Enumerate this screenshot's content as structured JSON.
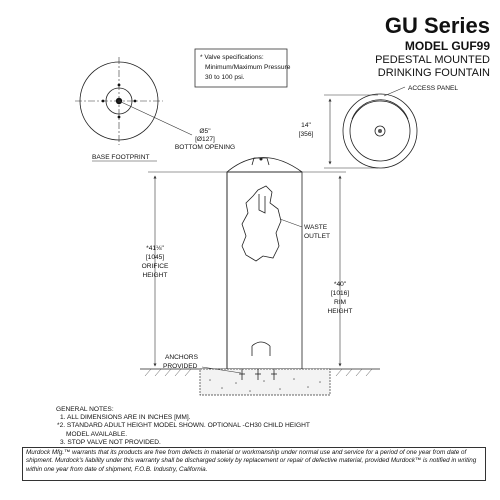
{
  "header": {
    "series": "GU Series",
    "model": "MODEL GUF99",
    "line1": "PEDESTAL MOUNTED",
    "line2": "DRINKING FOUNTAIN"
  },
  "valve_note": {
    "line1": "* Valve specifications:",
    "line2": "Minimum/Maximum Pressure",
    "line3": "30 to 100 psi."
  },
  "labels": {
    "access_panel": "ACCESS PANEL",
    "base_footprint": "BASE FOOTPRINT",
    "bottom_diameter": "Ø5\"",
    "bottom_diameter_mm": "[Ø127]",
    "bottom_opening": "BOTTOM OPENING",
    "bowl_height": "14\"",
    "bowl_height_mm": "[356]",
    "waste_line1": "WASTE",
    "waste_line2": "OUTLET",
    "orifice_dim": "*41⅛\"",
    "orifice_mm": "[1045]",
    "orifice_line1": "ORIFICE",
    "orifice_line2": "HEIGHT",
    "rim_dim": "*40\"",
    "rim_mm": "[1016]",
    "rim_line1": "RIM",
    "rim_line2": "HEIGHT",
    "anchors_line1": "ANCHORS",
    "anchors_line2": "PROVIDED"
  },
  "notes": {
    "title": "GENERAL NOTES:",
    "n1": "1. ALL DIMENSIONS ARE IN INCHES [MM].",
    "n2": "*2. STANDARD ADULT HEIGHT MODEL SHOWN. OPTIONAL -CH30  CHILD HEIGHT",
    "n2b": "MODEL AVAILABLE.",
    "n3": "3. STOP VALVE NOT PROVIDED."
  },
  "warranty": {
    "text": "Murdock Mfg.™ warrants that its products are free from defects in material or workmanship under normal use and service for a period of one year from date of shipment. Murdock's liability under this warranty shall be discharged solely by replacement or repair of defective material, provided Murdock™ is notified in writing within one year from date of shipment, F.O.B. Industry, California."
  }
}
